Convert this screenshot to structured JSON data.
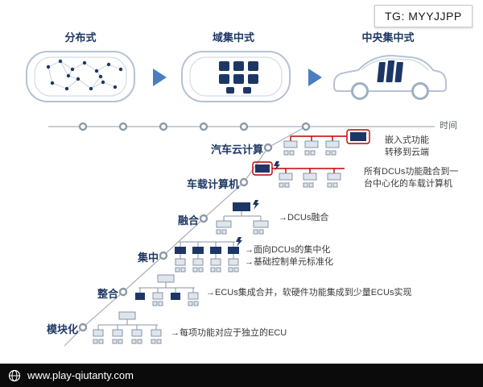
{
  "watermark_top": "TG: MYYJJPP",
  "watermark_bottom": "www.play-qiutanty.com",
  "timeline": {
    "label": "时间"
  },
  "cars": [
    {
      "label": "分布式"
    },
    {
      "label": "域集中式"
    },
    {
      "label": "中央集中式"
    }
  ],
  "stages": [
    {
      "label": "汽车云计算",
      "desc": "嵌入式功能\n转移到云端"
    },
    {
      "label": "车载计算机",
      "desc": "所有DCUs功能融合到一\n台中心化的车载计算机"
    },
    {
      "label": "融合",
      "desc": "→DCUs融合"
    },
    {
      "label": "集中",
      "desc": "→面向DCUs的集中化\n→基础控制单元标准化"
    },
    {
      "label": "整合",
      "desc": "→ECUs集成合并，软硬件功能集成到少量ECUs实现"
    },
    {
      "label": "模块化",
      "desc": "→每项功能对应于独立的ECU"
    }
  ]
}
